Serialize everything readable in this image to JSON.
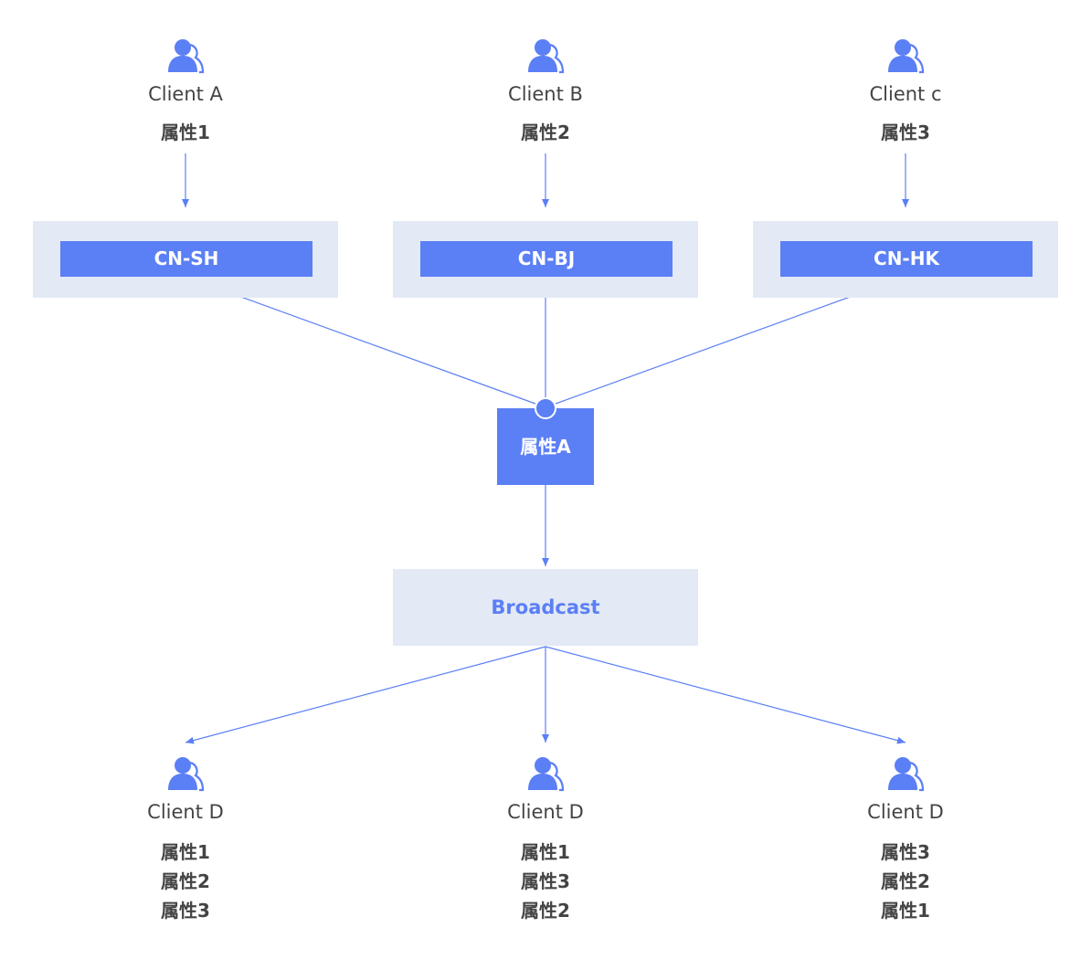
{
  "colors": {
    "accent": "#5b7ff5",
    "panel": "#e3e9f5",
    "text": "#444444",
    "connector": "#5b7ff5"
  },
  "top_clients": [
    {
      "name": "Client A",
      "attribute": "属性1",
      "icon": "user-icon"
    },
    {
      "name": "Client B",
      "attribute": "属性2",
      "icon": "user-icon"
    },
    {
      "name": "Client c",
      "attribute": "属性3",
      "icon": "user-icon"
    }
  ],
  "regions": [
    {
      "label": "CN-SH"
    },
    {
      "label": "CN-BJ"
    },
    {
      "label": "CN-HK"
    }
  ],
  "hub": {
    "label": "属性A"
  },
  "broadcast": {
    "label": "Broadcast"
  },
  "bottom_clients": [
    {
      "name": "Client D",
      "attributes": [
        "属性1",
        "属性2",
        "属性3"
      ],
      "icon": "user-icon"
    },
    {
      "name": "Client D",
      "attributes": [
        "属性1",
        "属性3",
        "属性2"
      ],
      "icon": "user-icon"
    },
    {
      "name": "Client D",
      "attributes": [
        "属性3",
        "属性2",
        "属性1"
      ],
      "icon": "user-icon"
    }
  ]
}
